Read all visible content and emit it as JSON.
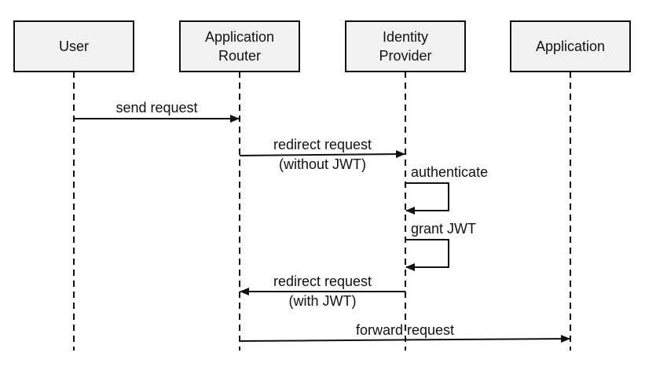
{
  "diagram": {
    "type": "sequence",
    "colors": {
      "box_fill": "#f2f2f2",
      "stroke": "#111111",
      "text": "#111111",
      "background": "#ffffff"
    },
    "participants": [
      {
        "id": "user",
        "lines": [
          "User"
        ]
      },
      {
        "id": "app-router",
        "lines": [
          "Application",
          "Router"
        ]
      },
      {
        "id": "idp",
        "lines": [
          "Identity",
          "Provider"
        ]
      },
      {
        "id": "application",
        "lines": [
          "Application"
        ]
      }
    ],
    "messages": [
      {
        "id": "send-request",
        "from": "user",
        "to": "app-router",
        "lines": [
          "send request"
        ]
      },
      {
        "id": "redirect-without-jwt",
        "from": "app-router",
        "to": "idp",
        "lines": [
          "redirect request",
          "(without JWT)"
        ]
      },
      {
        "id": "authenticate",
        "from": "idp",
        "to": "idp",
        "lines": [
          "authenticate"
        ]
      },
      {
        "id": "grant-jwt",
        "from": "idp",
        "to": "idp",
        "lines": [
          "grant JWT"
        ]
      },
      {
        "id": "redirect-with-jwt",
        "from": "idp",
        "to": "app-router",
        "lines": [
          "redirect request",
          "(with JWT)"
        ]
      },
      {
        "id": "forward-request",
        "from": "app-router",
        "to": "application",
        "lines": [
          "forward request"
        ]
      }
    ]
  }
}
